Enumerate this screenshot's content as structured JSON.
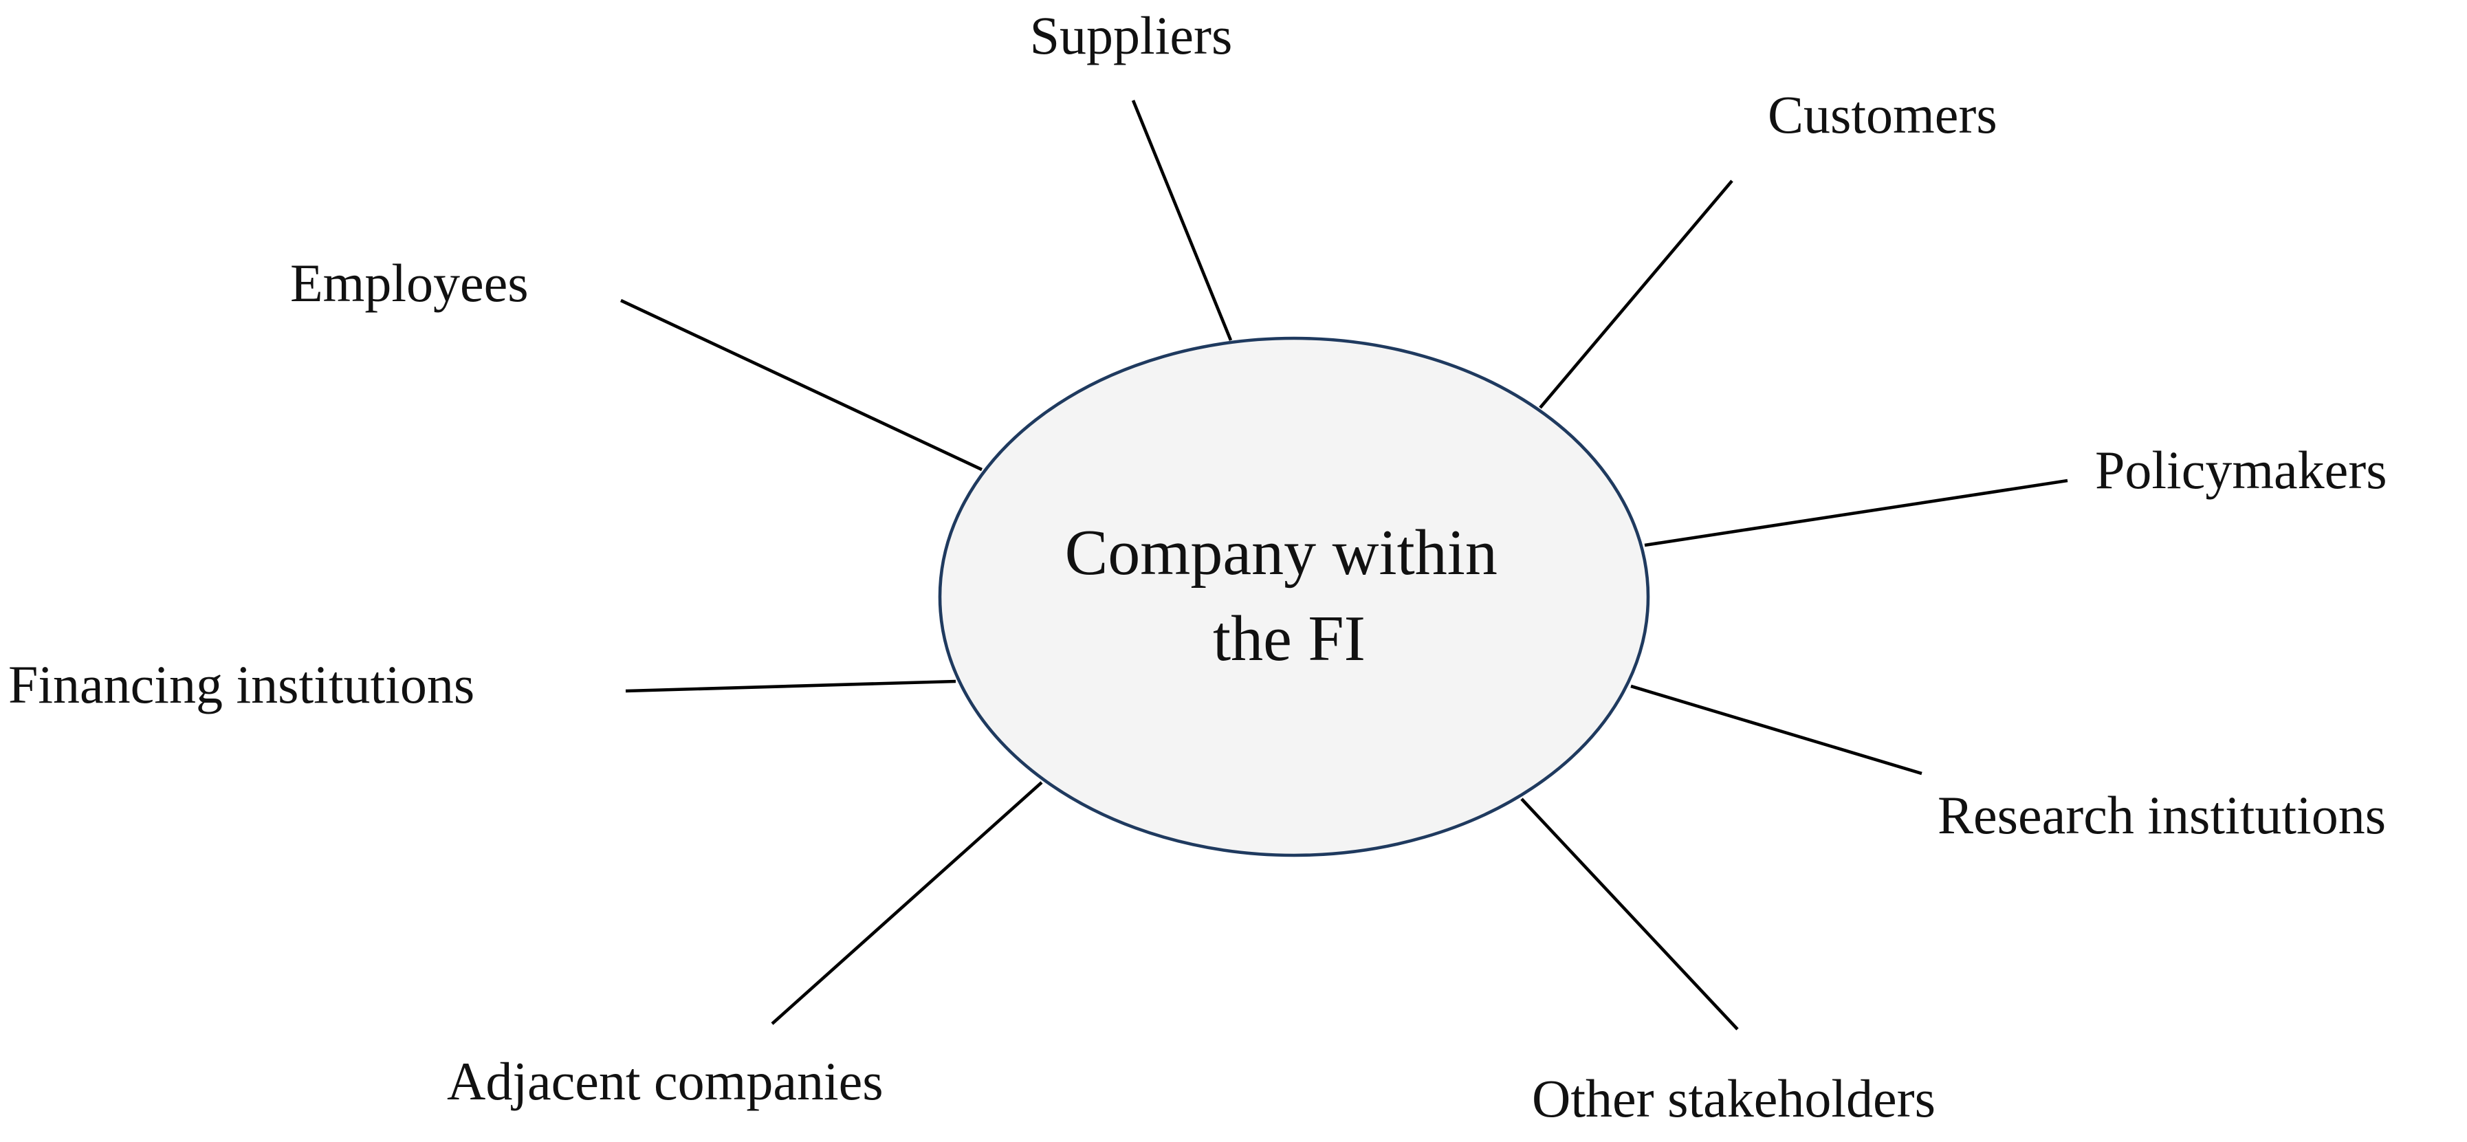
{
  "center": {
    "line1": "Company within",
    "line2": "the FI"
  },
  "stakeholders": {
    "suppliers": "Suppliers",
    "customers": "Customers",
    "employees": "Employees",
    "policymakers": "Policymakers",
    "financing_institutions": "Financing institutions",
    "research_institutions": "Research institutions",
    "adjacent_companies": "Adjacent companies",
    "other_stakeholders": "Other stakeholders"
  },
  "colors": {
    "ellipse_fill": "#f4f4f4",
    "ellipse_stroke": "#1f3a5f",
    "line": "#000000",
    "text": "#111111"
  }
}
